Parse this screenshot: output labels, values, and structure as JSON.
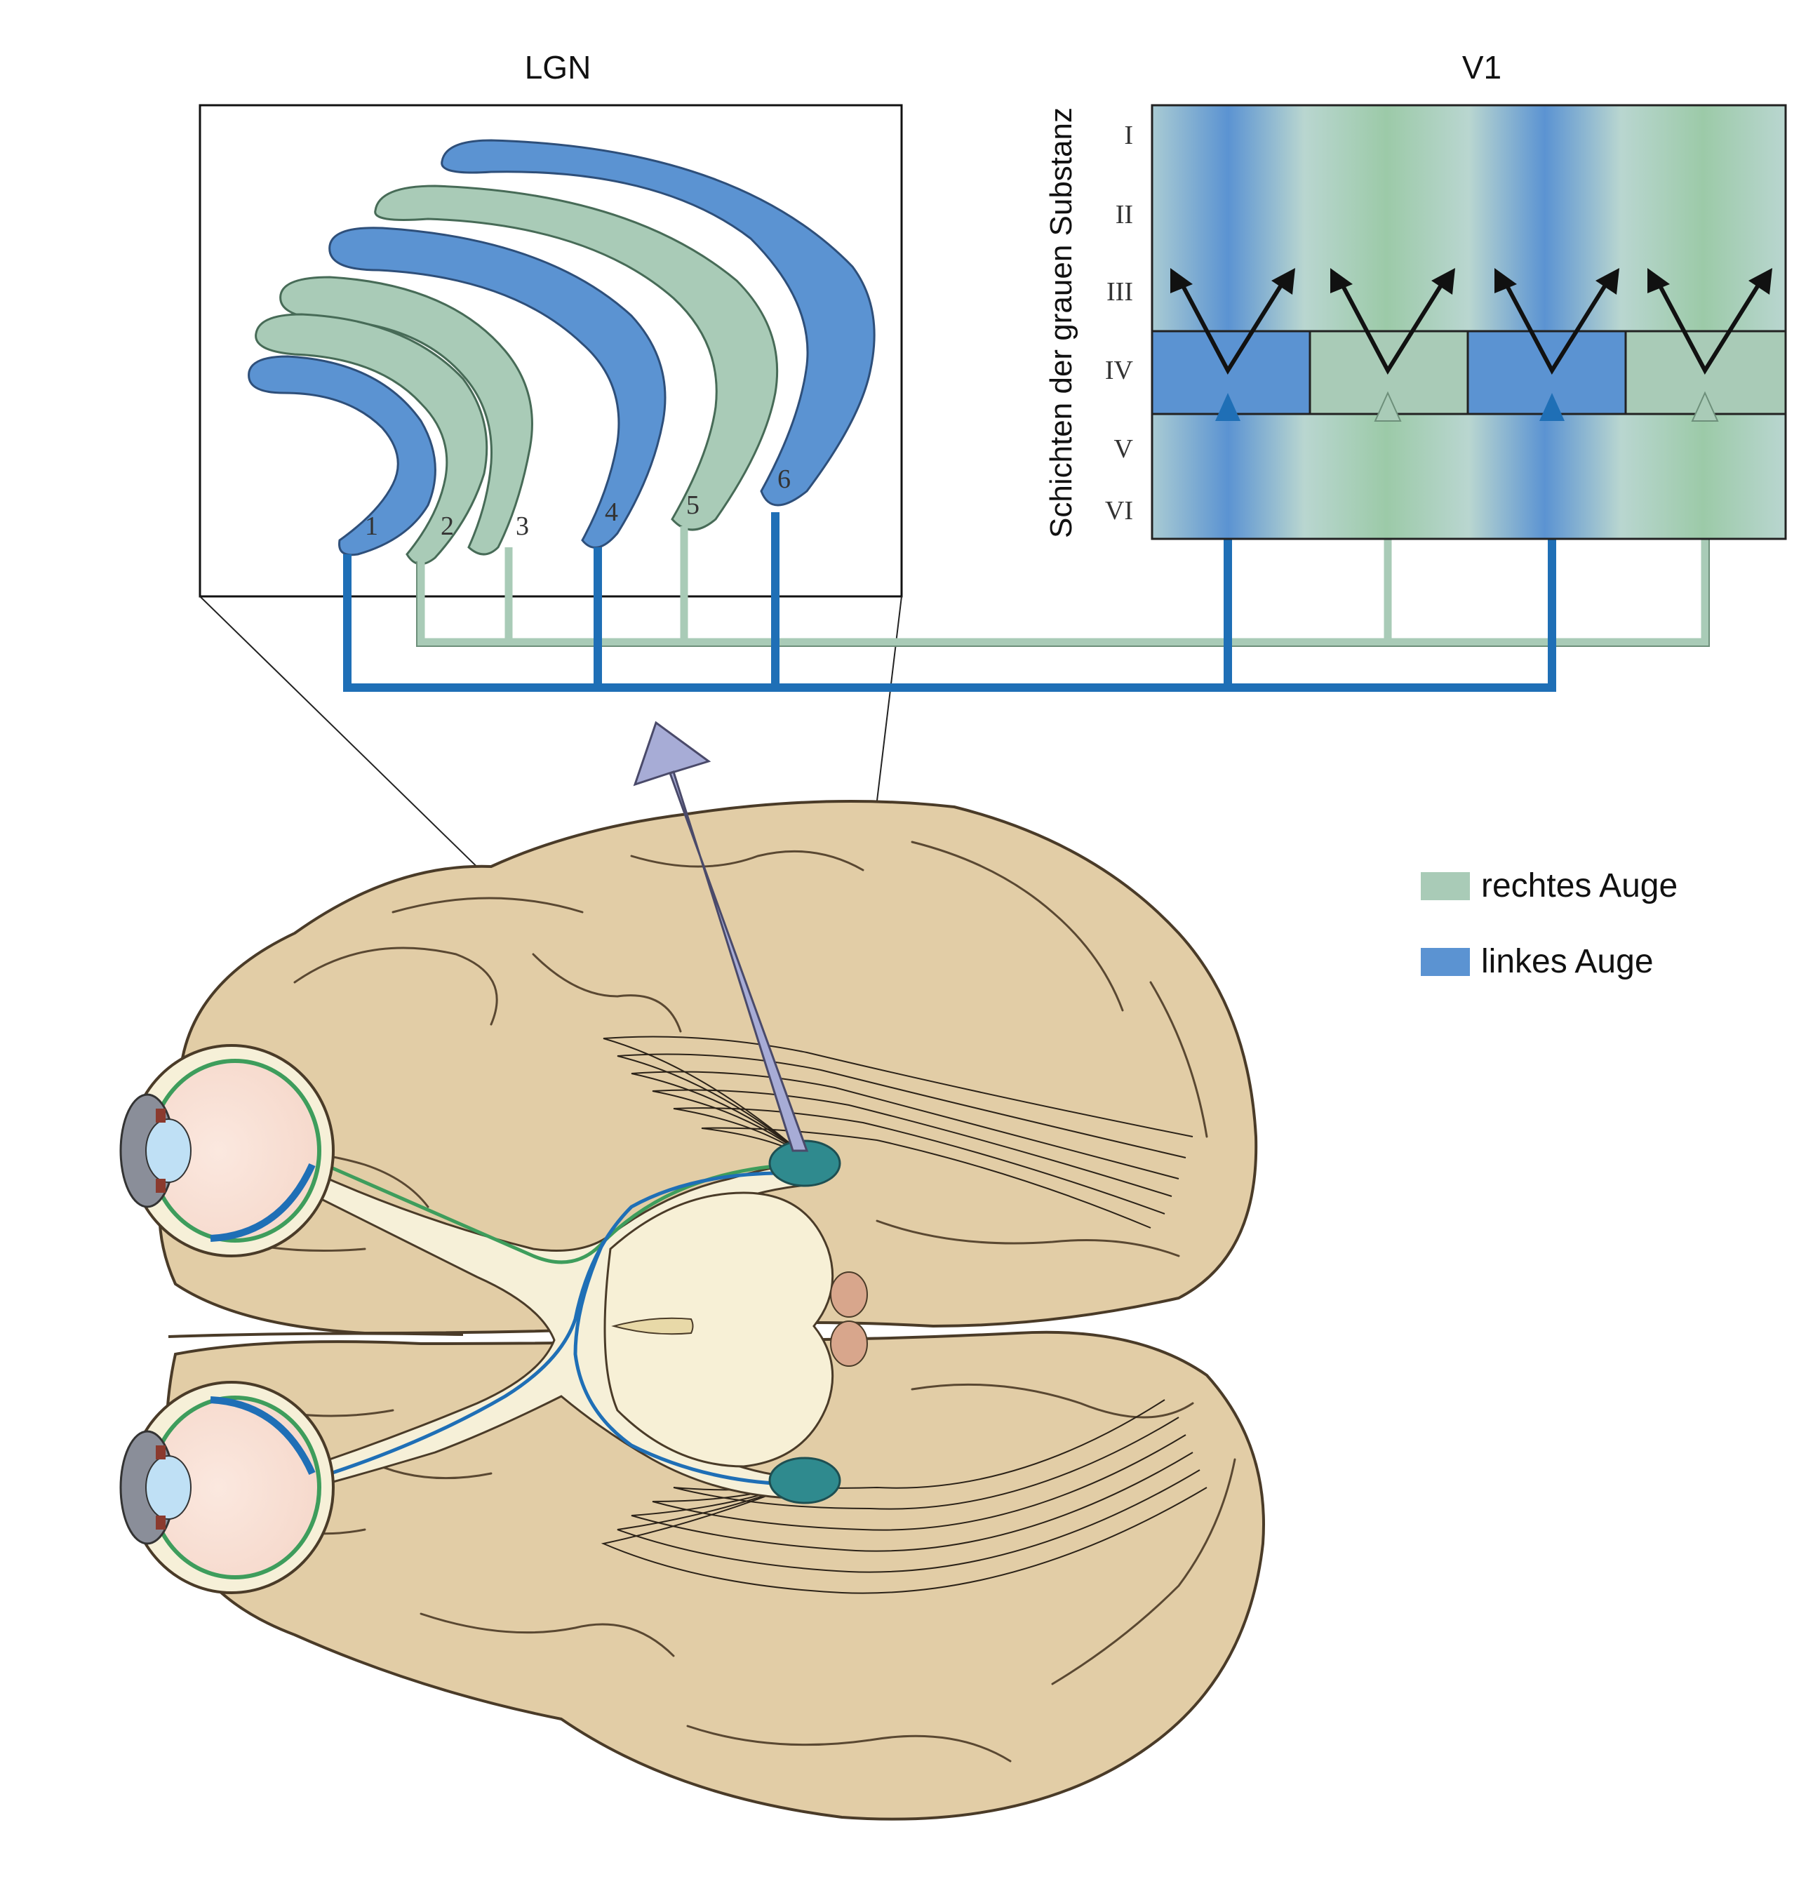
{
  "titles": {
    "lgn": "LGN",
    "v1": "V1"
  },
  "v1": {
    "axis_label": "Schichten der grauen Substanz",
    "layers": [
      "I",
      "II",
      "III",
      "IV",
      "V",
      "VI"
    ]
  },
  "lgn": {
    "layer_numbers": [
      "1",
      "2",
      "3",
      "4",
      "5",
      "6"
    ]
  },
  "legend": [
    {
      "label": "rechtes Auge",
      "color": "#a9cbb7"
    },
    {
      "label": "linkes Auge",
      "color": "#5b93d2"
    }
  ],
  "colors": {
    "right_eye": "#a9cbb7",
    "left_eye": "#5b93d2",
    "left_line": "#1f6fb6",
    "right_line": "#a9cbb7",
    "brain": "#e2cda6",
    "brain_stroke": "#4a3b28",
    "lgn_body": "#2f8a8e",
    "optic_tract": "#f6f0d8",
    "arrow": "#a7acd6"
  }
}
